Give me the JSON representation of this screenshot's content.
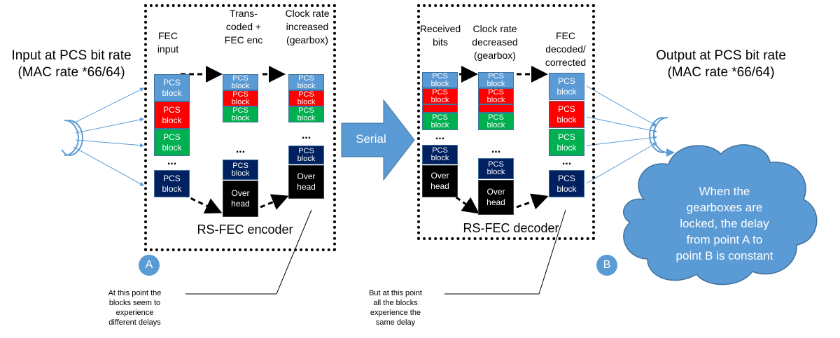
{
  "input_label": "Input at PCS bit rate\n(MAC rate *66/64)",
  "output_label": "Output at PCS bit rate\n(MAC rate *66/64)",
  "encoder": {
    "title": "RS-FEC encoder",
    "col1_header": "FEC\ninput",
    "col2_header": "Trans-\ncoded +\nFEC enc",
    "col3_header": "Clock rate\nincreased\n(gearbox)"
  },
  "decoder": {
    "title": "RS-FEC decoder",
    "col1_header": "Received\nbits",
    "col2_header": "Clock rate\ndecreased\n(gearbox)",
    "col3_header": "FEC\ndecoded/\ncorrected"
  },
  "block_label": "PCS\nblock",
  "overhead_label": "Over\nhead",
  "ellipsis": "...",
  "serial_label": "Serial",
  "marker_a": "A",
  "marker_b": "B",
  "note_a": "At this point the\nblocks seem to\nexperience\ndifferent delays",
  "note_b": "But at this point\nall the blocks\nexperience the\nsame delay",
  "cloud_text": "When the\ngearboxes are\nlocked, the delay\nfrom point A to\npoint B is constant",
  "colors": {
    "pcs_blue": "#5b9bd5",
    "pcs_red": "#ff0000",
    "pcs_green": "#00b050",
    "pcs_navy": "#002060",
    "overhead": "#000000",
    "accent": "#5b9bd5"
  }
}
